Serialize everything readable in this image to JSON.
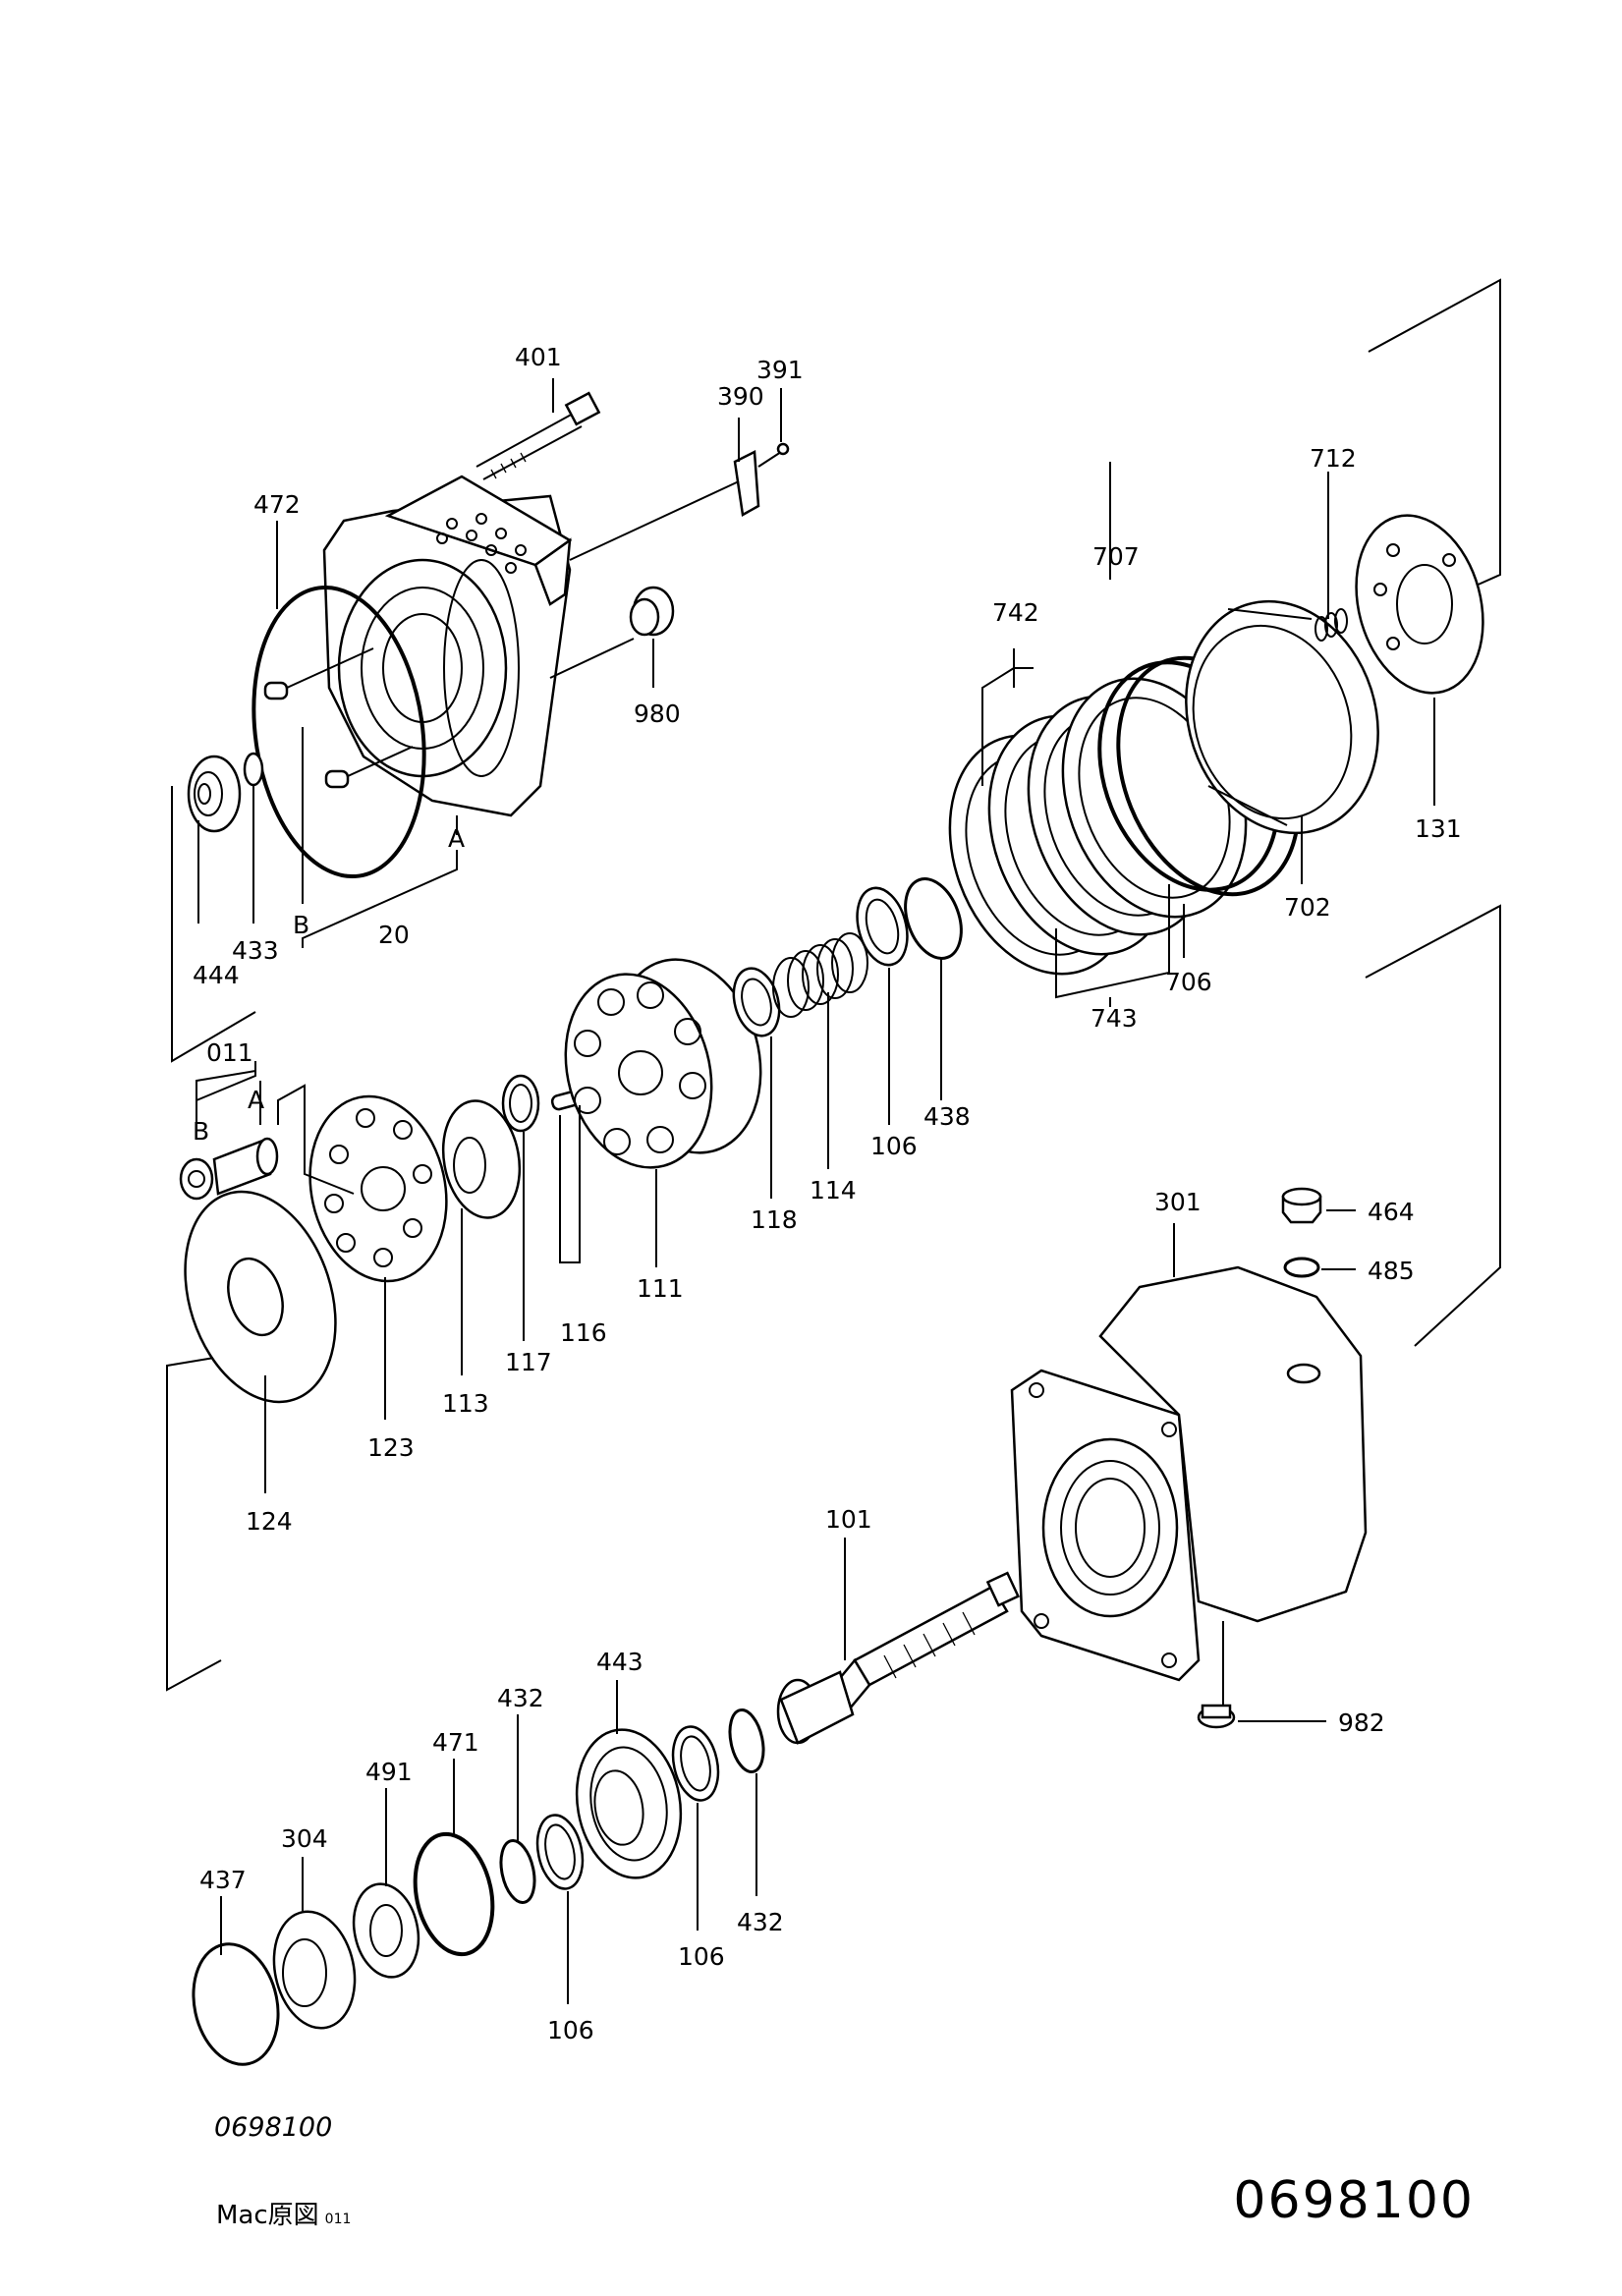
{
  "labels": {
    "p401": "401",
    "p391": "391",
    "p390": "390",
    "p472": "472",
    "p980": "980",
    "p444": "444",
    "p433": "433",
    "pB1": "B",
    "pA1": "A",
    "p20": "20",
    "p011": "011",
    "pA2": "A",
    "pB2": "B",
    "p712": "712",
    "p707": "707",
    "p742": "742",
    "p131": "131",
    "p702": "702",
    "p706": "706",
    "p743": "743",
    "p438": "438",
    "p106a": "106",
    "p114": "114",
    "p118": "118",
    "p111": "111",
    "p116": "116",
    "p117": "117",
    "p113": "113",
    "p123": "123",
    "p124": "124",
    "p301": "301",
    "p464": "464",
    "p485": "485",
    "p101": "101",
    "p982": "982",
    "p443": "443",
    "p432a": "432",
    "p471": "471",
    "p491": "491",
    "p304": "304",
    "p437": "437",
    "p106b": "106",
    "p106c": "106",
    "p432b": "432"
  },
  "footer": {
    "drawing_no_italic": "0698100",
    "mac_label": "Mac原図",
    "mac_small": "011",
    "drawing_no": "0698100"
  }
}
